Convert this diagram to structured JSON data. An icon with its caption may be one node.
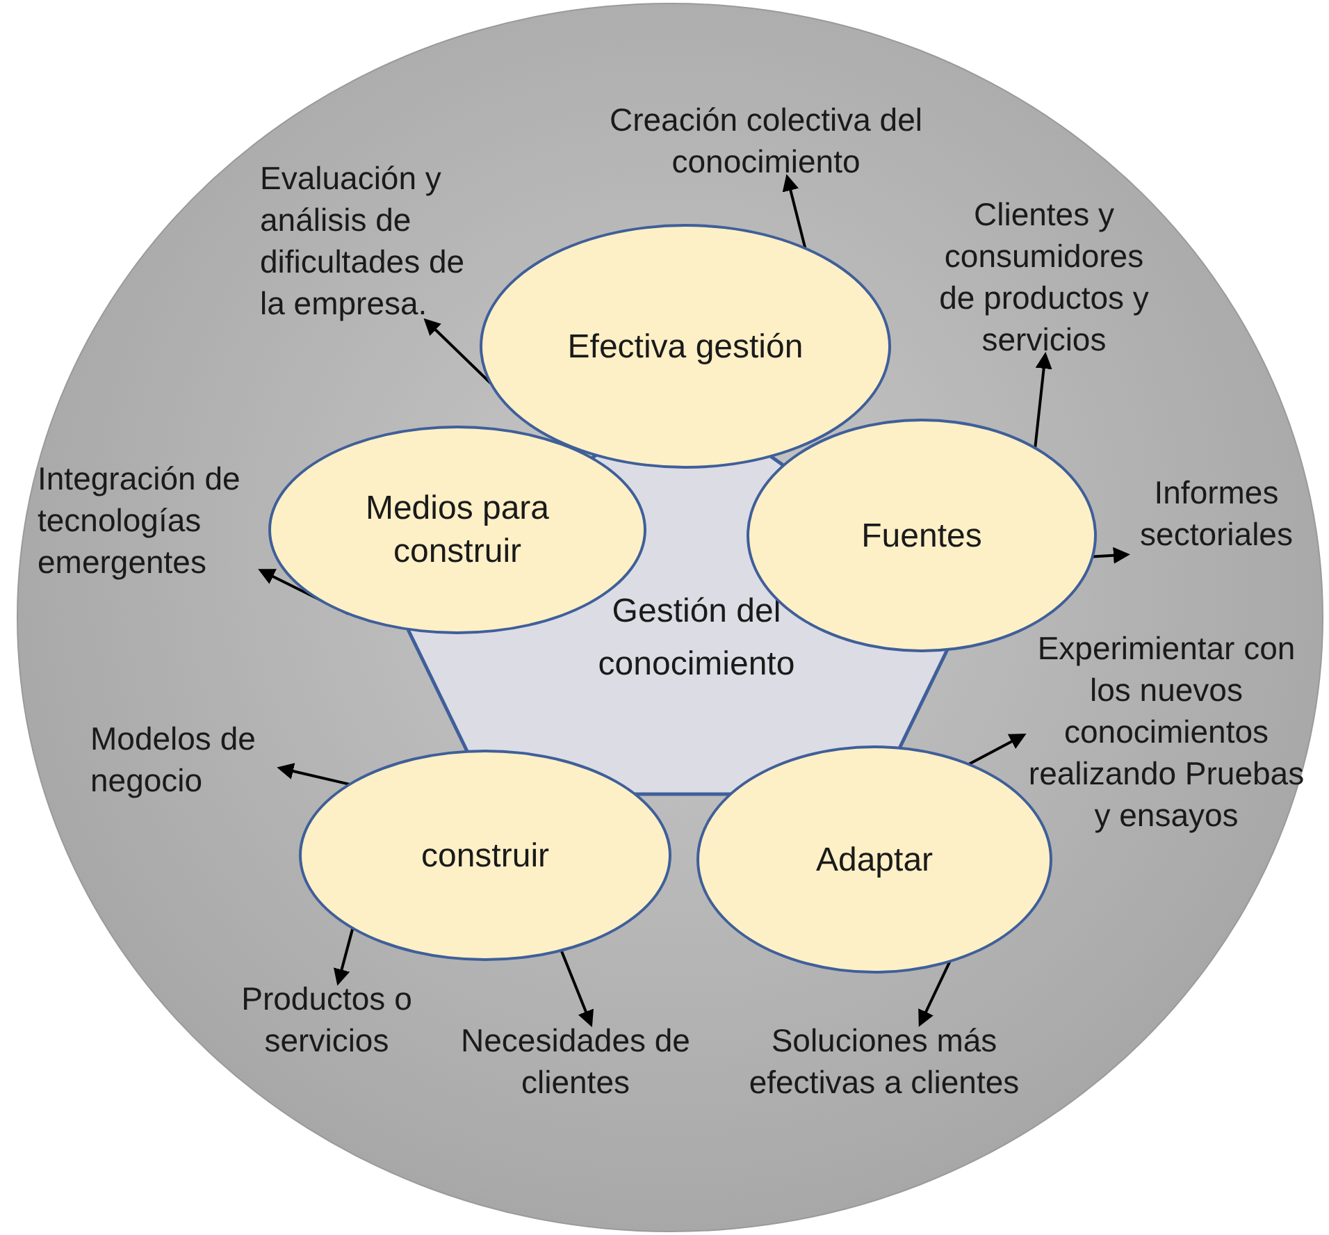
{
  "diagram": {
    "nodes": [
      {
        "text": [],
        "shape": "circle"
      },
      {
        "text": [
          "Gestión del conocimiento"
        ],
        "in": 0
      },
      {
        "text": [
          "Efectiva gestión"
        ],
        "in": 0
      },
      {
        "text": [
          "Fuentes"
        ],
        "in": 0
      },
      {
        "text": [
          "Adaptar"
        ],
        "in": 0
      },
      {
        "text": [
          "construir"
        ],
        "in": 0
      },
      {
        "text": [
          "Medios para construir"
        ],
        "in": 0
      },
      {
        "text": [
          "Creación colectiva del conocimiento"
        ],
        "in": 0
      },
      {
        "text": [
          "Evaluación y análisis de dificultades de la empresa."
        ],
        "in": 0
      },
      {
        "text": [
          "Clientes y consumidores de productos y servicios"
        ],
        "in": 0
      },
      {
        "text": [
          "Informes sectoriales"
        ],
        "in": 0
      },
      {
        "text": [
          "Experimientar con los nuevos conocimientos realizando Pruebas y ensayos"
        ],
        "in": 0
      },
      {
        "text": [
          "Soluciones más efectivas a clientes"
        ],
        "in": 0
      },
      {
        "text": [
          "Necesidades de clientes"
        ],
        "in": 0
      },
      {
        "text": [
          "Productos o servicios"
        ],
        "in": 0
      },
      {
        "text": [
          "Modelos de negocio"
        ],
        "in": 0
      },
      {
        "text": [
          "Integración de tecnologías emergentes"
        ],
        "in": 0
      }
    ],
    "edges": [
      {
        "from": 2,
        "to": 7,
        "arrow": "to"
      },
      {
        "from": 2,
        "to": 8,
        "arrow": "to"
      },
      {
        "from": 3,
        "to": 9,
        "arrow": "to"
      },
      {
        "from": 3,
        "to": 10,
        "arrow": "to"
      },
      {
        "from": 4,
        "to": 11,
        "arrow": "to"
      },
      {
        "from": 4,
        "to": 12,
        "arrow": "to"
      },
      {
        "from": 5,
        "to": 13,
        "arrow": "to"
      },
      {
        "from": 5,
        "to": 14,
        "arrow": "to"
      },
      {
        "from": 5,
        "to": 15,
        "arrow": "to"
      },
      {
        "from": 6,
        "to": 16,
        "arrow": "to"
      }
    ]
  }
}
